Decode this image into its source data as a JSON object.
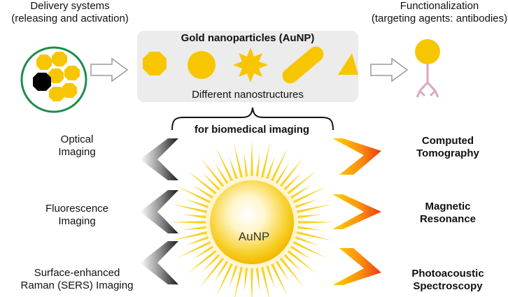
{
  "top_left": {
    "line1": "Delivery systems",
    "line2": "(releasing and activation)"
  },
  "top_right": {
    "line1": "Functionalization",
    "line2": "(targeting agents: antibodies)"
  },
  "panel": {
    "title": "Gold nanoparticles (AuNP)",
    "subtitle": "Different nanostructures"
  },
  "biomedical_title": "for biomedical imaging",
  "left_labels": [
    {
      "line1": "Optical",
      "line2": "Imaging"
    },
    {
      "line1": "Fluorescence",
      "line2": "Imaging"
    },
    {
      "line1": "Surface-enhanced",
      "line2": "Raman (SERS) Imaging"
    }
  ],
  "right_labels": [
    {
      "line1": "Computed",
      "line2": "Tomography"
    },
    {
      "line1": "Magnetic",
      "line2": "Resonance"
    },
    {
      "line1": "Photoacoustic",
      "line2": "Spectroscopy"
    }
  ],
  "center_label": "AuNP",
  "colors": {
    "gold": "#f7c600",
    "panel_bg": "#ececec",
    "circle_border": "#1e8c4a",
    "antibody": "#d9a6c4",
    "arrow_outline": "#9a9a9a"
  }
}
